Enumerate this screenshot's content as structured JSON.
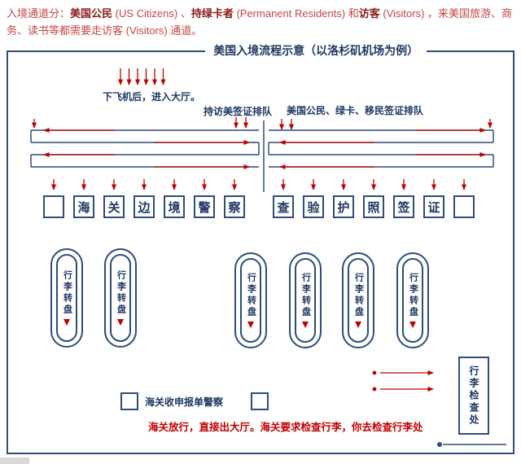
{
  "intro": {
    "prefix": "入境通道分：",
    "term1": "美国公民",
    "mid1": " (US Citizens) 、",
    "term2": "持绿卡者",
    "mid2": " (Permanent Residents) 和",
    "term3": "访客",
    "mid3": " (Visitors) ，来美国旅游、商务、读书等都需要走访客 (Visitors) 通道。"
  },
  "diagram": {
    "title": "美国入境流程示意（以洛杉矶机场为例）",
    "deplane_label": "下飞机后，进入大厅。",
    "visitor_queue_label": "持访美签证排队",
    "citizen_queue_label": "美国公民、绿卡、移民签证排队",
    "checkpoint_chars": [
      "",
      "海",
      "关",
      "边",
      "境",
      "警",
      "察",
      "查",
      "验",
      "护",
      "照",
      "签",
      "证",
      ""
    ],
    "carousel_label": "行李转盘",
    "carousel_count": 6,
    "declaration_label": "海关收申报单警察",
    "release_note": "海关放行，直接出大厅。海关要求检查行李，你去检查行李处",
    "baggage_check_label": "行李检查处"
  },
  "colors": {
    "line_navy": "#2e4d7b",
    "text_navy": "#1f3864",
    "arrow_red": "#c00000",
    "intro_red": "#c54545",
    "intro_bold_red": "#8a1a1a"
  }
}
